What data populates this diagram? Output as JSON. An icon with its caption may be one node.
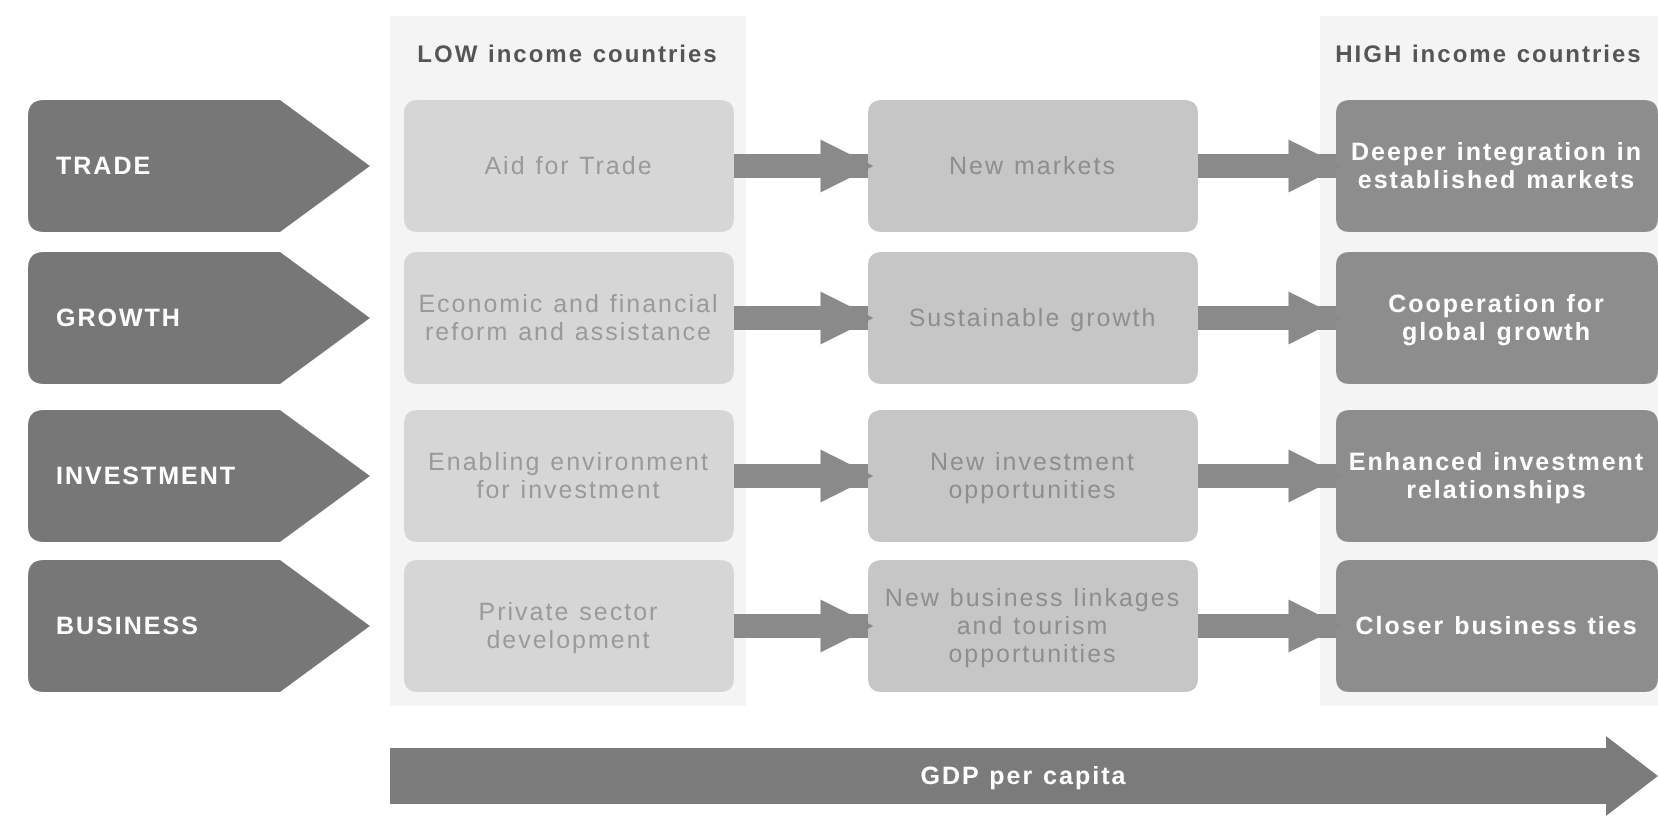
{
  "diagram": {
    "nodes": [
      {
        "text": [
          "TRADE"
        ]
      },
      {
        "text": [
          "Aid for Trade"
        ]
      },
      {
        "text": [
          "New markets"
        ]
      },
      {
        "text": [
          "Deeper integration in established markets"
        ]
      },
      {
        "text": [
          "GROWTH"
        ]
      },
      {
        "text": [
          "Economic and financial reform and assistance"
        ]
      },
      {
        "text": [
          "Sustainable growth"
        ]
      },
      {
        "text": [
          "Cooperation for global growth"
        ]
      },
      {
        "text": [
          "INVESTMENT"
        ]
      },
      {
        "text": [
          "Enabling environment for investment"
        ]
      },
      {
        "text": [
          "New investment opportunities"
        ]
      },
      {
        "text": [
          "Enhanced investment relationships"
        ]
      },
      {
        "text": [
          "BUSINESS"
        ]
      },
      {
        "text": [
          "Private sector development"
        ]
      },
      {
        "text": [
          "New business linkages and tourism opportunities"
        ]
      },
      {
        "text": [
          "Closer business ties"
        ]
      },
      {
        "text": [
          "GDP per capita"
        ]
      }
    ],
    "edges": [
      {
        "from": 1,
        "to": 2,
        "arrow": "to"
      },
      {
        "from": 2,
        "to": 3,
        "arrow": "to"
      },
      {
        "from": 5,
        "to": 6,
        "arrow": "to"
      },
      {
        "from": 6,
        "to": 7,
        "arrow": "to"
      },
      {
        "from": 9,
        "to": 10,
        "arrow": "to"
      },
      {
        "from": 10,
        "to": 11,
        "arrow": "to"
      },
      {
        "from": 13,
        "to": 14,
        "arrow": "to"
      },
      {
        "from": 14,
        "to": 15,
        "arrow": "to"
      }
    ],
    "labels": [
      "LOW income countries",
      "HIGH income countries"
    ]
  }
}
